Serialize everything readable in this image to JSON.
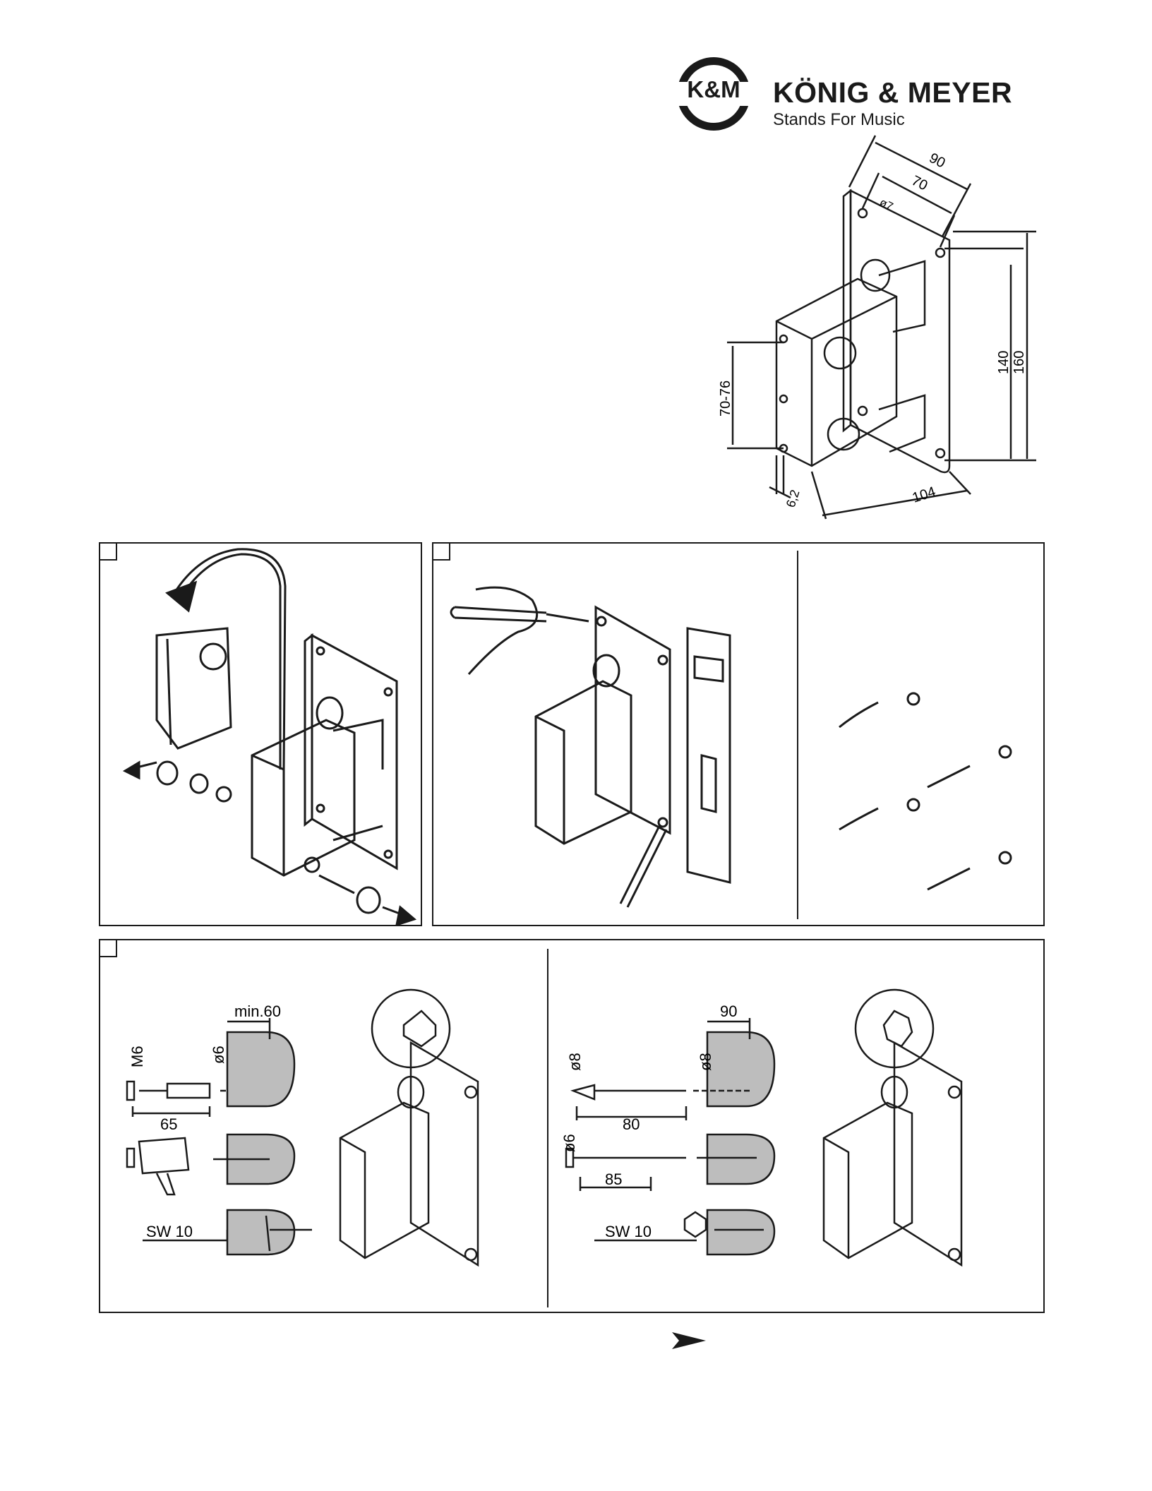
{
  "brand": {
    "mark": "K&M",
    "name": "KÖNIG & MEYER",
    "tagline": "Stands For Music"
  },
  "dimensions": {
    "d90": "90",
    "d70": "70",
    "hole": "ø7",
    "d140": "140",
    "d160": "160",
    "d70_76": "70-76",
    "d6_2": "6,2",
    "d104": "104"
  },
  "panel_c": {
    "left": {
      "bolt_thread": "M6",
      "drill_dia": "ø6",
      "depth": "min.60",
      "bolt_length": "65",
      "wrench": "SW 10"
    },
    "right": {
      "screw_dia": "ø8",
      "drill_dia": "ø8",
      "depth": "90",
      "screw_length": "80",
      "bolt_dia": "ø6",
      "bolt_length": "85",
      "wrench": "SW 10"
    }
  },
  "colors": {
    "ink": "#1a1a1a",
    "paper": "#ffffff",
    "stone": "#bdbdbd"
  },
  "icons": [
    "km-logo-icon",
    "next-arrow-icon"
  ]
}
